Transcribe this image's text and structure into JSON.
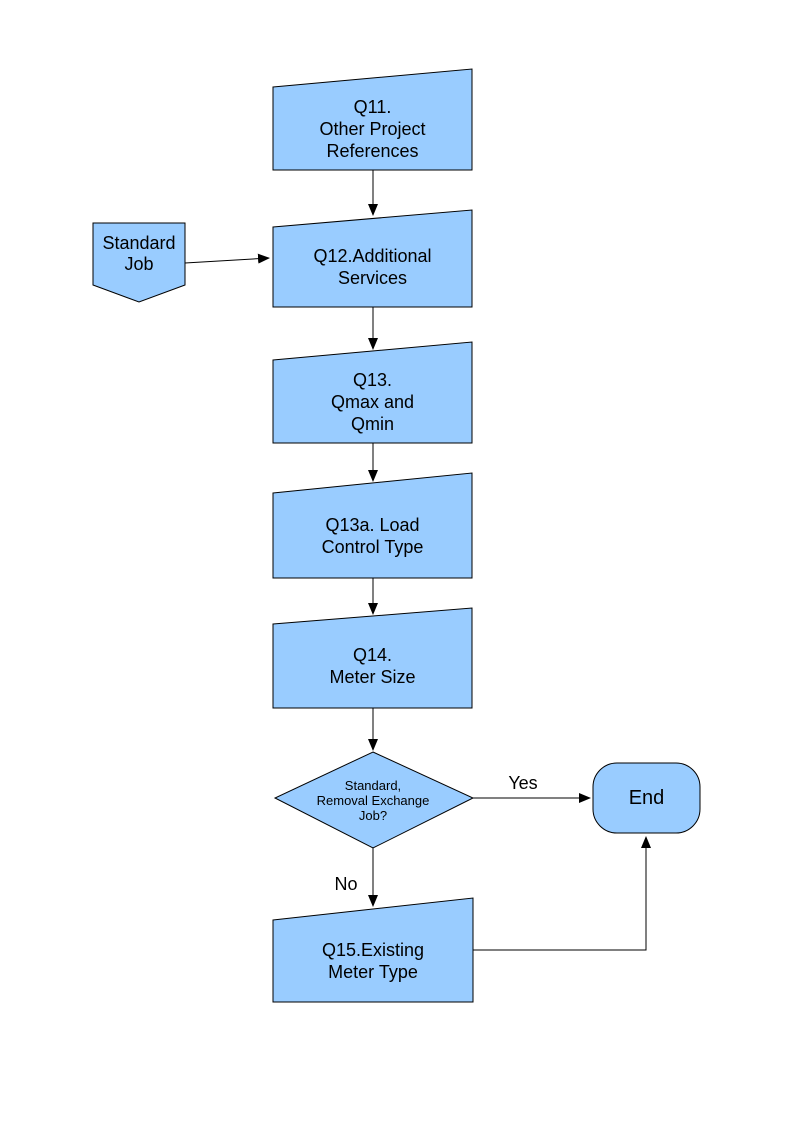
{
  "colors": {
    "node_fill": "#99CCFF",
    "node_border": "#000000",
    "connector": "#000000",
    "background": "#FFFFFF",
    "text": "#000000"
  },
  "nodes": {
    "q11": {
      "label": "Q11.\nOther Project\nReferences",
      "shape": "manual-input"
    },
    "standard_job": {
      "label": "Standard\nJob",
      "shape": "off-page-connector"
    },
    "q12": {
      "label": "Q12.Additional\nServices",
      "shape": "manual-input"
    },
    "q13": {
      "label": "Q13.\nQmax and\nQmin",
      "shape": "manual-input"
    },
    "q13a": {
      "label": "Q13a. Load\nControl Type",
      "shape": "manual-input"
    },
    "q14": {
      "label": "Q14.\nMeter Size",
      "shape": "manual-input"
    },
    "decision": {
      "label": "Standard,\nRemoval Exchange\nJob?",
      "shape": "decision"
    },
    "end": {
      "label": "End",
      "shape": "terminator"
    },
    "q15": {
      "label": "Q15.Existing\nMeter Type",
      "shape": "manual-input"
    }
  },
  "edges": {
    "yes_label": "Yes",
    "no_label": "No",
    "list": [
      {
        "from": "q11",
        "to": "q12",
        "label": ""
      },
      {
        "from": "standard_job",
        "to": "q12",
        "label": ""
      },
      {
        "from": "q12",
        "to": "q13",
        "label": ""
      },
      {
        "from": "q13",
        "to": "q13a",
        "label": ""
      },
      {
        "from": "q13a",
        "to": "q14",
        "label": ""
      },
      {
        "from": "q14",
        "to": "decision",
        "label": ""
      },
      {
        "from": "decision",
        "to": "end",
        "label": "Yes"
      },
      {
        "from": "decision",
        "to": "q15",
        "label": "No"
      },
      {
        "from": "q15",
        "to": "end",
        "label": ""
      }
    ]
  }
}
